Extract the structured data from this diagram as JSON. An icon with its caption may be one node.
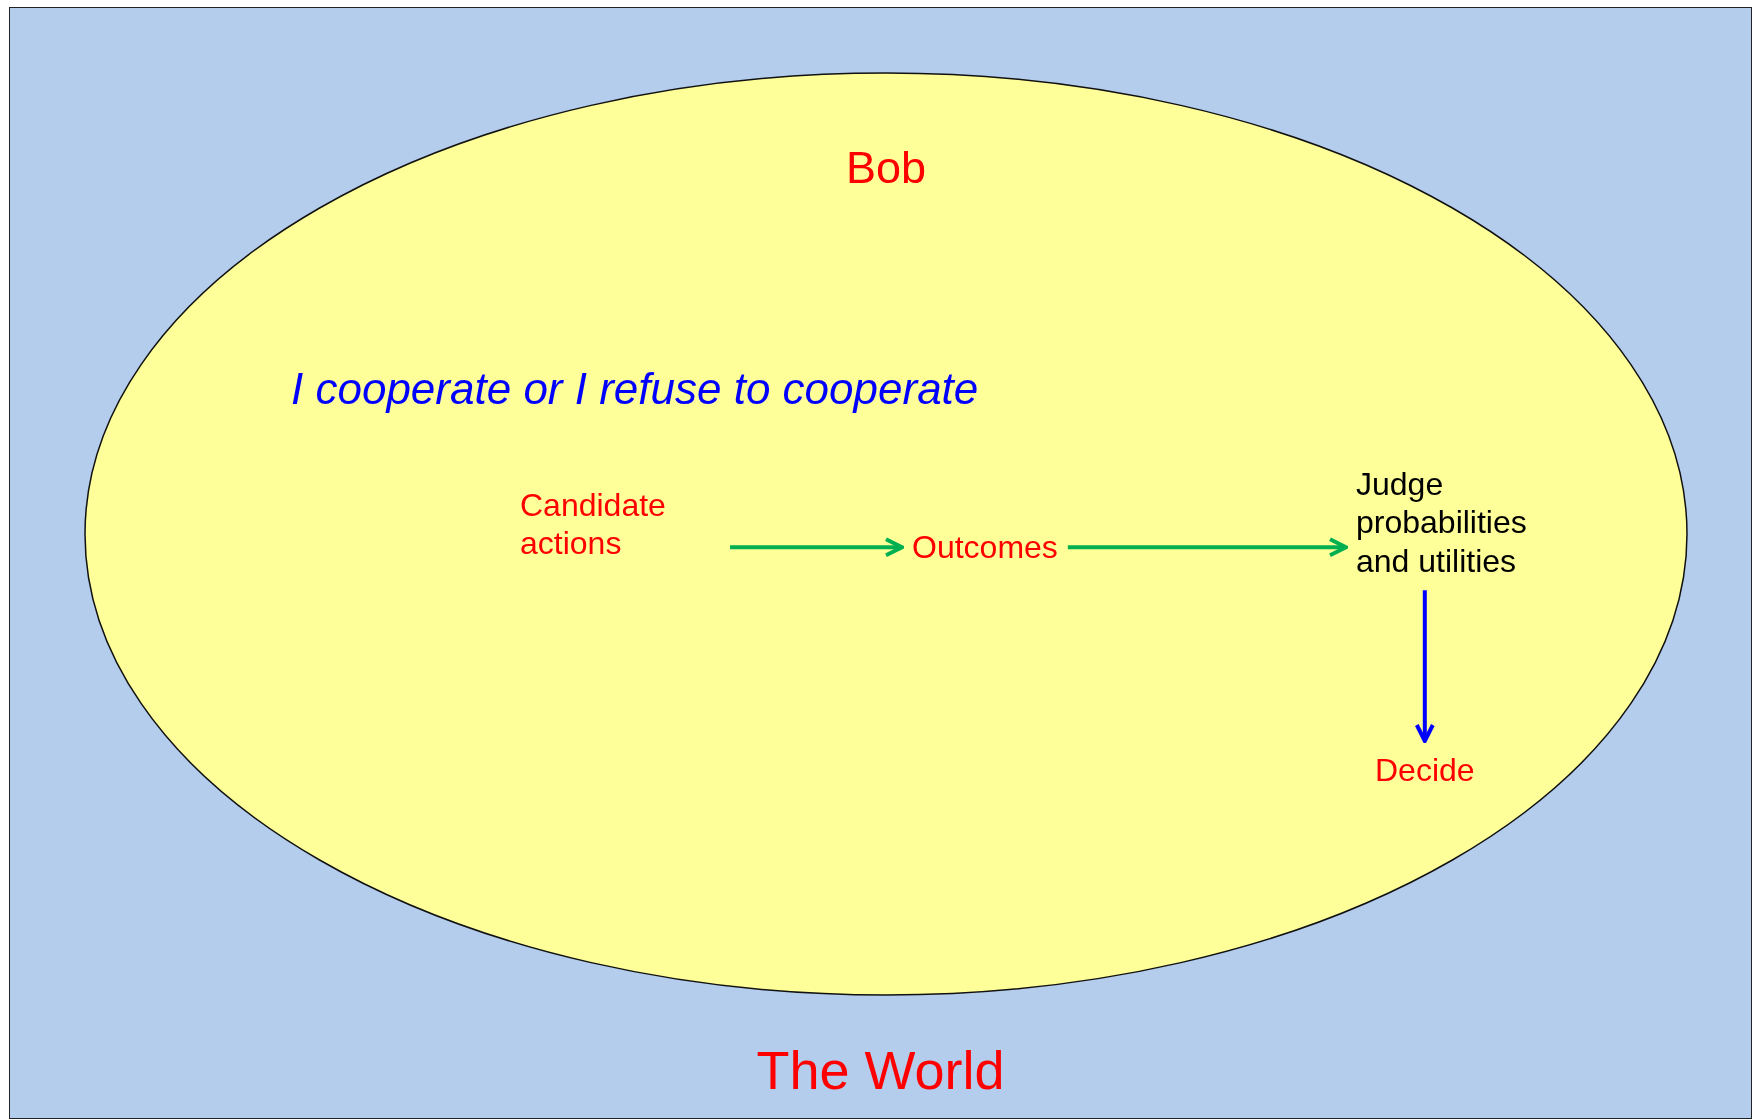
{
  "diagram": {
    "nodes": [
      {
        "text": [
          "The World"
        ]
      },
      {
        "text": [
          "Bob"
        ],
        "in": 0
      },
      {
        "text": [
          "Candidate actions"
        ],
        "in": 1
      },
      {
        "text": [
          "Outcomes"
        ],
        "in": 1
      },
      {
        "text": [
          "Judge probabilities and utilities"
        ],
        "in": 1
      },
      {
        "text": [
          "Decide"
        ],
        "in": 1
      }
    ],
    "edges": [
      {
        "from": 2,
        "to": 3,
        "arrow": "to"
      },
      {
        "from": 3,
        "to": 4,
        "arrow": "to"
      },
      {
        "from": 4,
        "to": 5,
        "arrow": "to",
        "color": "#0000ff"
      }
    ],
    "labels": [
      "I cooperate or I refuse to cooperate"
    ]
  }
}
